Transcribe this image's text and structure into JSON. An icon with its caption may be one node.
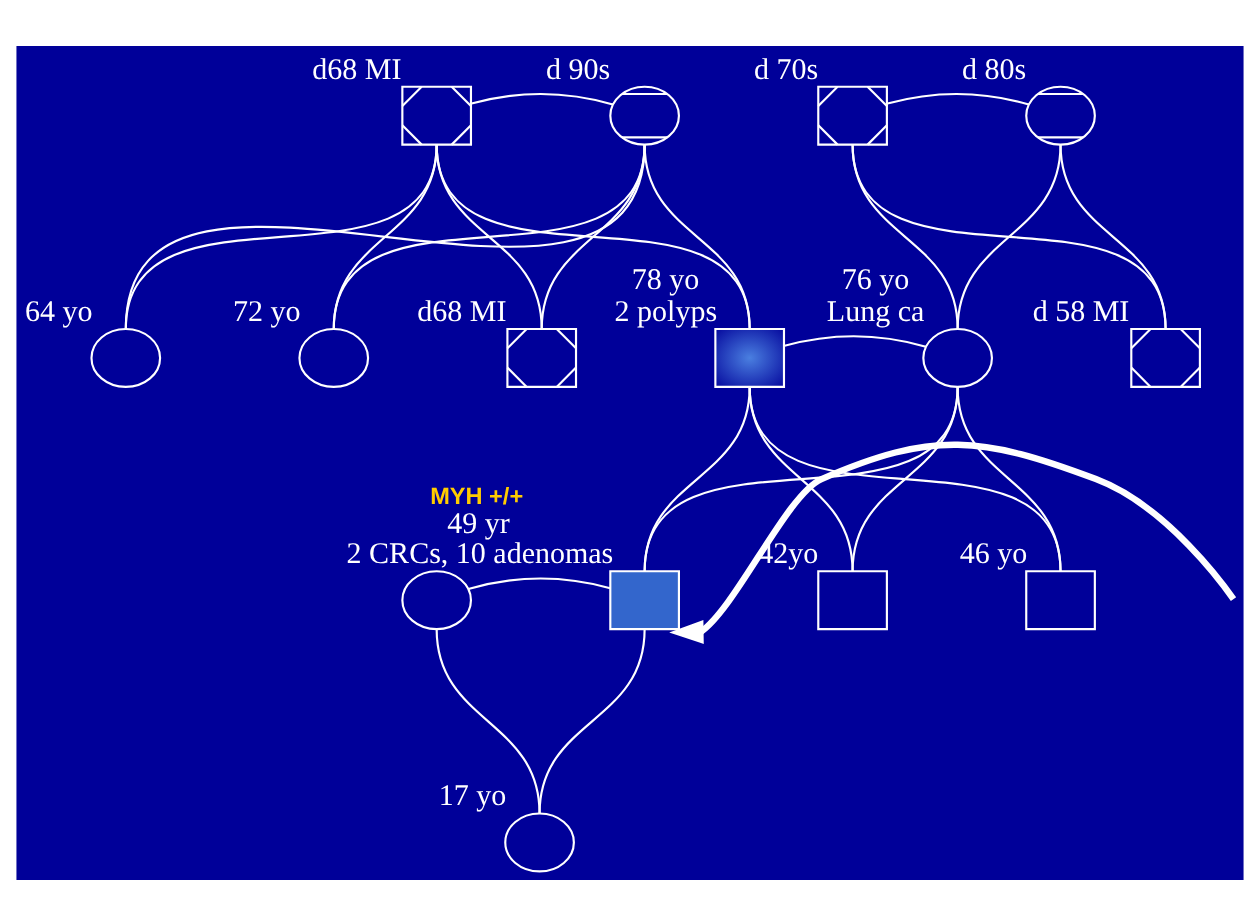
{
  "diagram": {
    "nodes": [
      {
        "text": [],
        "shape": "box",
        "beside": [
          "d68 MI"
        ]
      },
      {
        "text": [],
        "shape": "circle",
        "beside": [
          "d 90s"
        ]
      },
      {
        "text": [],
        "shape": "box",
        "beside": [
          "d 70s"
        ]
      },
      {
        "text": [],
        "shape": "circle",
        "beside": [
          "d 80s"
        ]
      },
      {
        "text": [],
        "shape": "circle",
        "beside": [
          "64 yo"
        ]
      },
      {
        "text": [],
        "shape": "circle",
        "beside": [
          "72 yo"
        ]
      },
      {
        "text": [],
        "shape": "box",
        "beside": [
          "d68 MI"
        ]
      },
      {
        "text": [],
        "shape": "box",
        "beside": [
          "78 yo",
          "2 polyps"
        ]
      },
      {
        "text": [],
        "shape": "circle",
        "beside": [
          "76 yo",
          "Lung ca"
        ]
      },
      {
        "text": [],
        "shape": "box",
        "beside": [
          "d 58 MI"
        ]
      },
      {
        "text": [],
        "shape": "circle"
      },
      {
        "text": [],
        "shape": "box",
        "beside": [
          "MYH +/+",
          "49 yr",
          "2 CRCs, 10 adenomas"
        ]
      },
      {
        "text": [],
        "shape": "box",
        "beside": [
          "42yo"
        ]
      },
      {
        "text": [],
        "shape": "box",
        "beside": [
          "46 yo"
        ]
      },
      {
        "text": [],
        "shape": "circle",
        "beside": [
          "17 yo"
        ]
      }
    ],
    "edges": [
      {
        "from": 0,
        "to": 1,
        "arrow": "none"
      },
      {
        "from": 2,
        "to": 3,
        "arrow": "none"
      },
      {
        "from": 0,
        "to": 4,
        "arrow": "none"
      },
      {
        "from": 1,
        "to": 4,
        "arrow": "none"
      },
      {
        "from": 0,
        "to": 5,
        "arrow": "none"
      },
      {
        "from": 1,
        "to": 5,
        "arrow": "none"
      },
      {
        "from": 0,
        "to": 6,
        "arrow": "none"
      },
      {
        "from": 1,
        "to": 6,
        "arrow": "none"
      },
      {
        "from": 0,
        "to": 7,
        "arrow": "none"
      },
      {
        "from": 1,
        "to": 7,
        "arrow": "none"
      },
      {
        "from": 2,
        "to": 8,
        "arrow": "none"
      },
      {
        "from": 3,
        "to": 8,
        "arrow": "none"
      },
      {
        "from": 2,
        "to": 9,
        "arrow": "none"
      },
      {
        "from": 3,
        "to": 9,
        "arrow": "none"
      },
      {
        "from": 7,
        "to": 8,
        "arrow": "none"
      },
      {
        "from": 7,
        "to": 11,
        "arrow": "none"
      },
      {
        "from": 8,
        "to": 11,
        "arrow": "none"
      },
      {
        "from": 7,
        "to": 12,
        "arrow": "none"
      },
      {
        "from": 8,
        "to": 12,
        "arrow": "none"
      },
      {
        "from": 7,
        "to": 13,
        "arrow": "none"
      },
      {
        "from": 8,
        "to": 13,
        "arrow": "none"
      },
      {
        "from": 10,
        "to": 11,
        "arrow": "none"
      },
      {
        "from": 10,
        "to": 14,
        "arrow": "none"
      },
      {
        "from": 11,
        "to": 14,
        "arrow": "none"
      },
      {
        "from": null,
        "to": 11,
        "arrow": "to",
        "style": "thick"
      }
    ]
  }
}
